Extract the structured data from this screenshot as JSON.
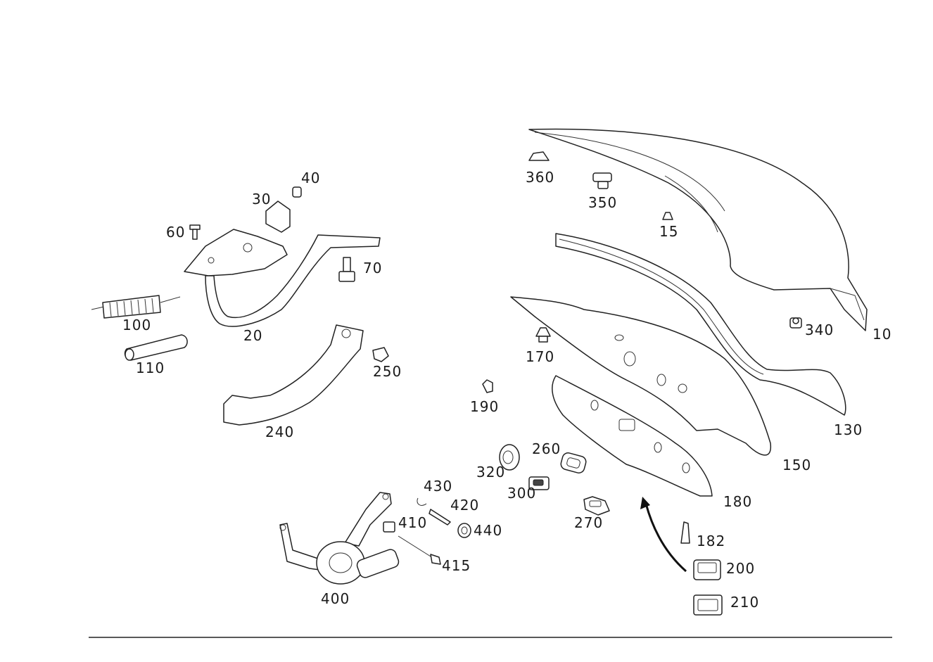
{
  "labels": {
    "p10": "10",
    "p15": "15",
    "p20": "20",
    "p30": "30",
    "p40": "40",
    "p60": "60",
    "p70": "70",
    "p100": "100",
    "p110": "110",
    "p130": "130",
    "p150": "150",
    "p170": "170",
    "p180": "180",
    "p182": "182",
    "p190": "190",
    "p200": "200",
    "p210": "210",
    "p240": "240",
    "p250": "250",
    "p260": "260",
    "p270": "270",
    "p300": "300",
    "p320": "320",
    "p340": "340",
    "p350": "350",
    "p360": "360",
    "p400": "400",
    "p410": "410",
    "p415": "415",
    "p420": "420",
    "p430": "430",
    "p440": "440"
  },
  "colors": {
    "line": "#222222",
    "background": "#ffffff"
  }
}
